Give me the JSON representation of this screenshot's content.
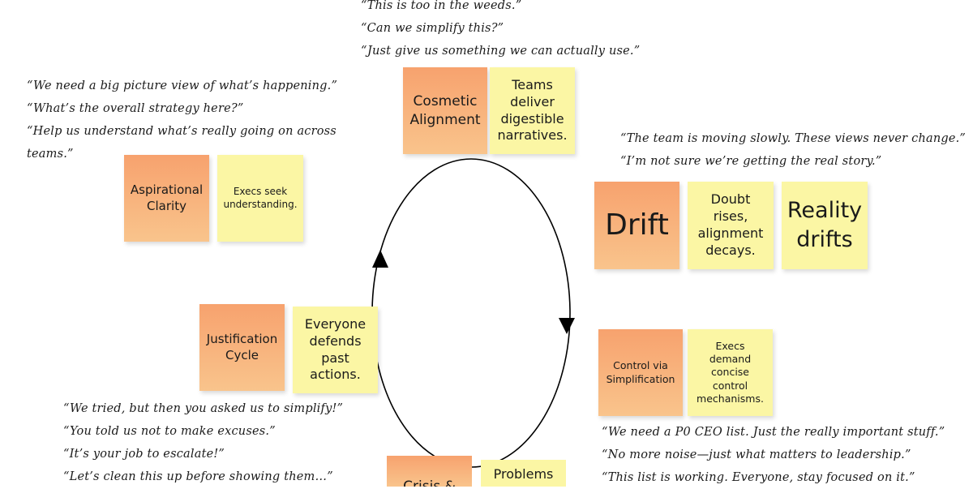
{
  "quote_groups": {
    "top": [
      "“This is too in the weeds.”",
      "“Can we simplify this?”",
      "“Just give us something we can actually use.”"
    ],
    "left": [
      "“We need a big picture view of what’s happening.”",
      "“What’s the overall strategy here?”",
      "“Help us understand what’s really going on across",
      "teams.”"
    ],
    "right": [
      "“The team is moving slowly. These views never change.”",
      "“I’m not sure we’re getting the real story.”"
    ],
    "bottom_left": [
      "“We tried, but then you asked us to simplify!”",
      "“You told us not to make excuses.”",
      "“It’s your job to escalate!”",
      "“Let’s clean this up before showing them…”"
    ],
    "bottom_right": [
      "“We need a P0 CEO list. Just the really important stuff.”",
      "“No more noise—just what matters to leadership.”",
      "“This list is working. Everyone, stay focused on it.”"
    ]
  },
  "stages": {
    "cosmetic": {
      "title": "Cosmetic Alignment",
      "note": "Teams deliver digestible narratives."
    },
    "drift": {
      "title": "Drift",
      "note": "Doubt rises, alignment decays.",
      "note2": "Reality drifts"
    },
    "control": {
      "title": "Control via Simplification",
      "note": "Execs demand concise control mechanisms."
    },
    "crisis": {
      "title": "Crisis &",
      "note": "Problems"
    },
    "justification": {
      "title": "Justification Cycle",
      "note": "Everyone defends past actions."
    },
    "aspirational": {
      "title": "Aspirational Clarity",
      "note": "Execs seek understanding."
    }
  },
  "colors": {
    "orange_top": "#f7a26e",
    "orange_bottom": "#f9c48c",
    "yellow": "#fbf6a4"
  }
}
